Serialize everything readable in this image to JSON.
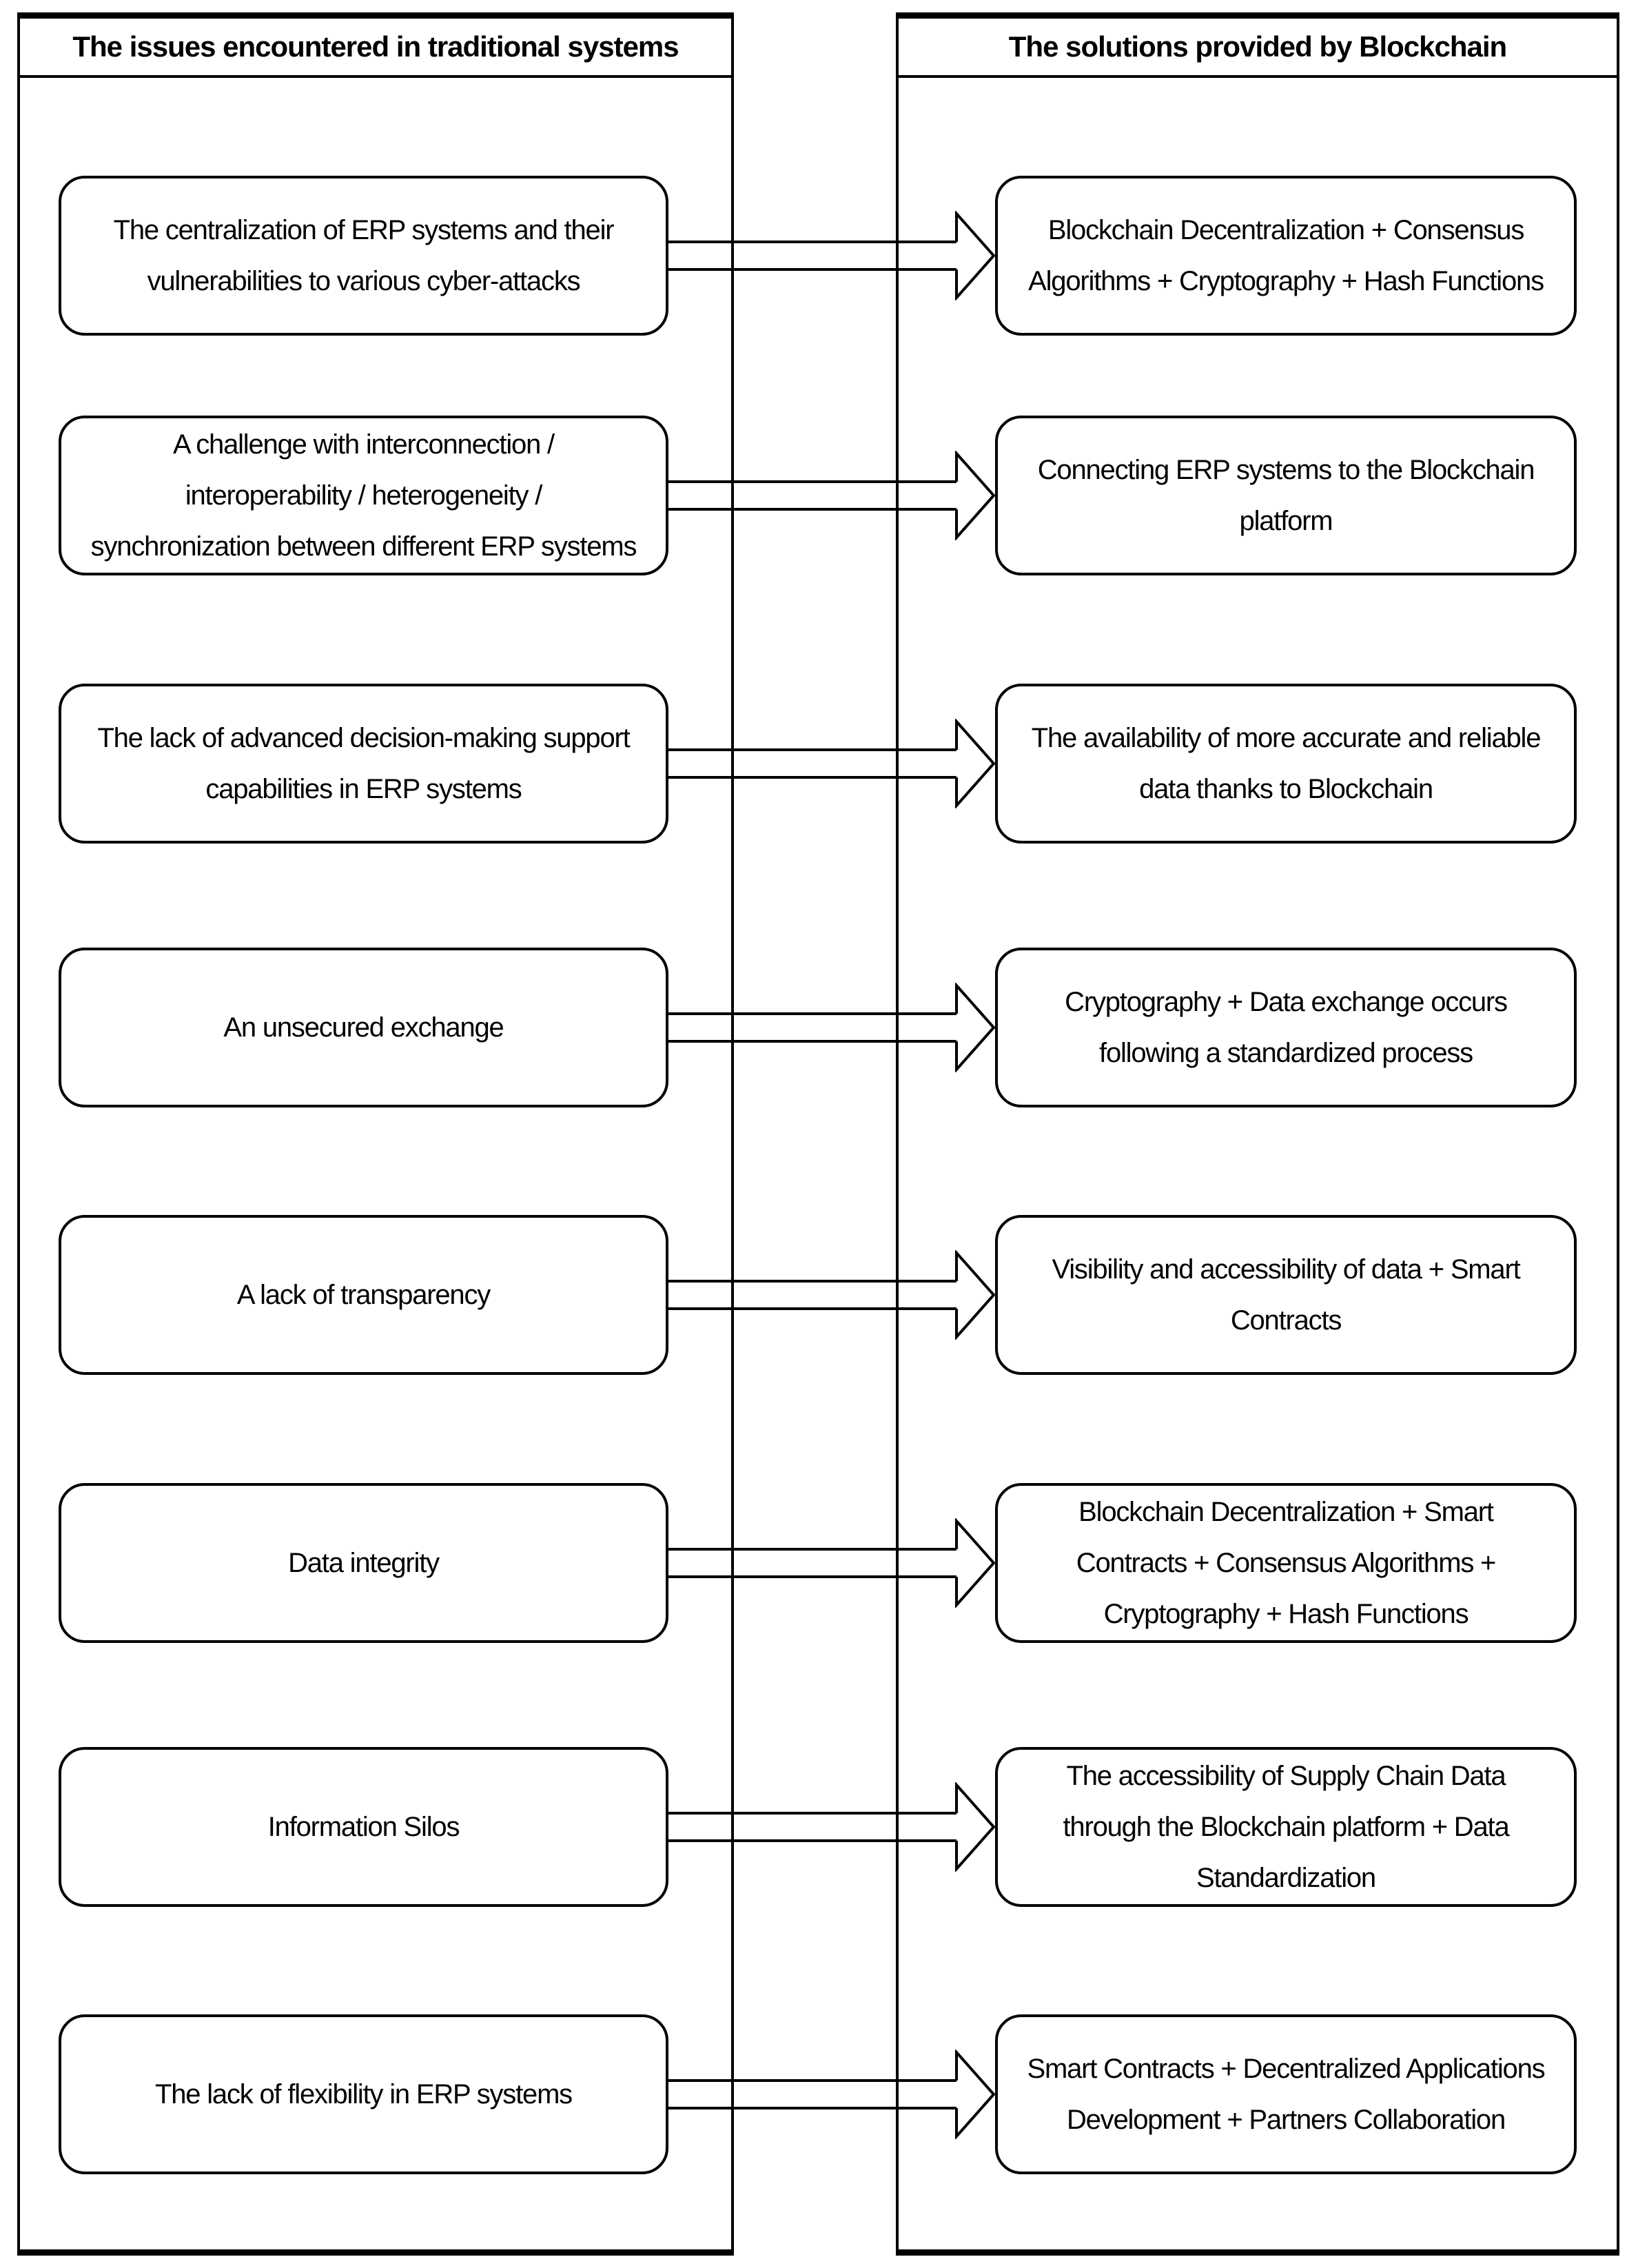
{
  "diagram": {
    "title": "Issues in traditional systems vs solutions provided by Blockchain",
    "colors": {
      "line": "#000000",
      "background": "#ffffff",
      "text": "#000000"
    },
    "left_column": {
      "header": "The issues encountered in traditional systems",
      "items": [
        {
          "text": "The centralization of ERP systems and their\nvulnerabilities to various cyber-attacks"
        },
        {
          "text": "A challenge with interconnection /\ninteroperability / heterogeneity /\nsynchronization between different ERP systems"
        },
        {
          "text": "The lack of advanced decision-making support\ncapabilities in ERP systems"
        },
        {
          "text": "An unsecured exchange"
        },
        {
          "text": "A lack of transparency"
        },
        {
          "text": "Data integrity"
        },
        {
          "text": "Information Silos"
        },
        {
          "text": "The lack of flexibility in ERP systems"
        }
      ]
    },
    "right_column": {
      "header": "The solutions provided by Blockchain",
      "items": [
        {
          "text": "Blockchain Decentralization + Consensus\nAlgorithms + Cryptography + Hash Functions"
        },
        {
          "text": "Connecting ERP systems to the Blockchain\nplatform"
        },
        {
          "text": "The availability of more accurate and reliable\ndata thanks to Blockchain"
        },
        {
          "text": "Cryptography + Data exchange occurs\nfollowing a standardized process"
        },
        {
          "text": "Visibility and accessibility of data + Smart\nContracts"
        },
        {
          "text": "Blockchain Decentralization + Smart\nContracts + Consensus Algorithms +\nCryptography + Hash Functions"
        },
        {
          "text": "The accessibility of Supply Chain Data\nthrough the Blockchain platform + Data\nStandardization"
        },
        {
          "text": "Smart Contracts + Decentralized Applications\nDevelopment + Partners Collaboration"
        }
      ]
    }
  }
}
